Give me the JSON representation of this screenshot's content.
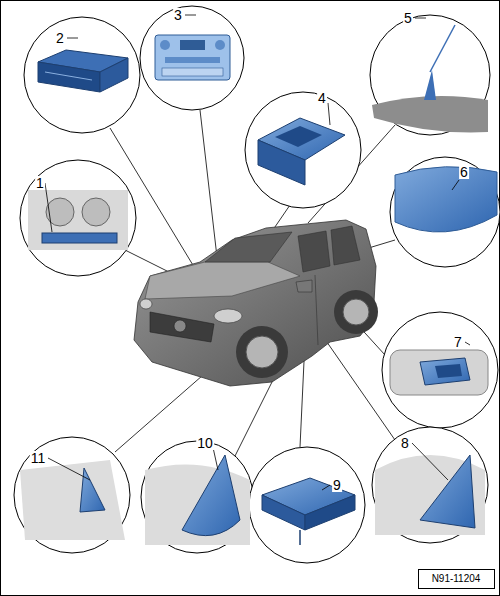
{
  "diagram": {
    "labels": [
      "2",
      "3",
      "5",
      "4",
      "6",
      "1",
      "7",
      "11",
      "10",
      "9",
      "8",
      "N91-11204"
    ]
  }
}
